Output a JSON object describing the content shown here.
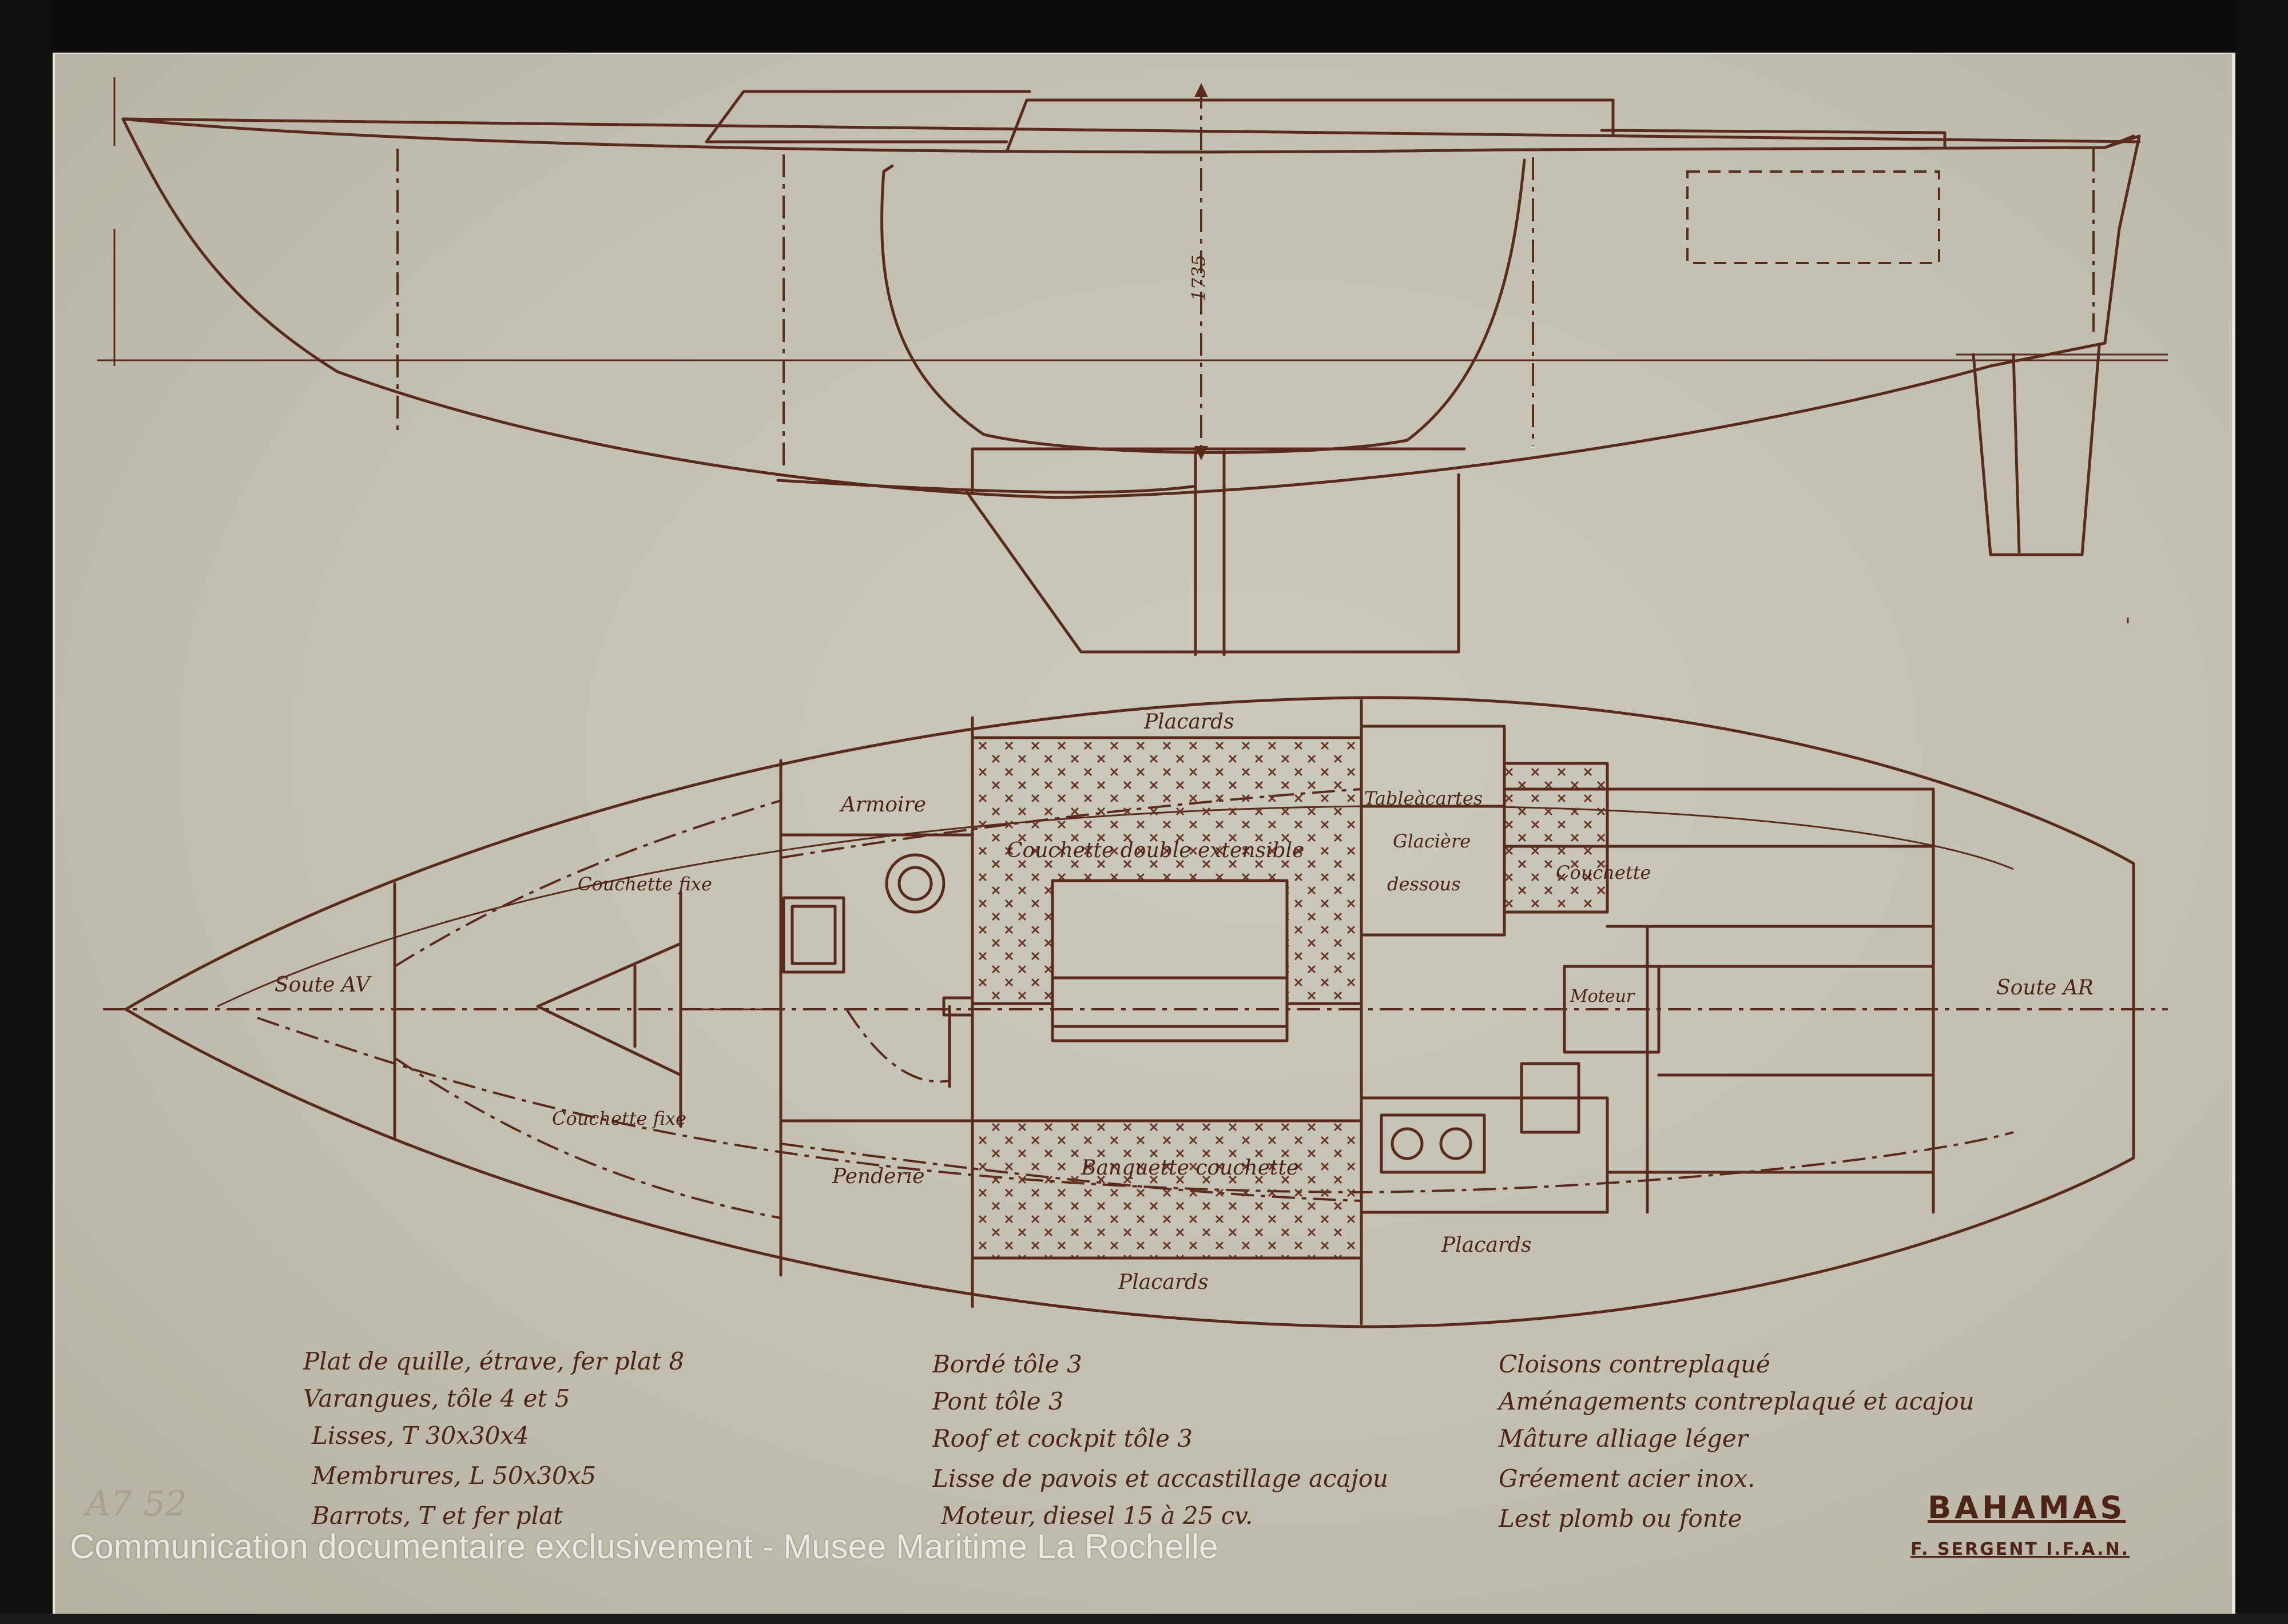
{
  "labels": {
    "placards_top": "Placards",
    "armoire": "Armoire",
    "couchette_double": "Couchette double extensible",
    "table_a_cartes": "Tableàcartes",
    "glaciere": "Glacière",
    "dessous": "dessous",
    "couchette_right": "Couchette",
    "couchette_fixe_top": "Couchette fixe",
    "soute_av": "Soute AV",
    "soute_ar": "Soute AR",
    "moteur": "Moteur",
    "couchette_fixe_bottom": "Couchette fixe",
    "penderie": "Penderie",
    "banquette": "Banquette couchette",
    "placards_right": "Placards",
    "placards_bottom": "Placards",
    "dimension": "1735"
  },
  "specs": {
    "col1": [
      "Plat de quille, étrave, fer plat 8",
      "Varangues, tôle 4 et 5",
      "Lisses, T 30x30x4",
      "Membrures, L 50x30x5",
      "Barrots, T et fer plat"
    ],
    "col2": [
      "Bordé tôle 3",
      "Pont tôle 3",
      "Roof et cockpit tôle 3",
      "Lisse de pavois et accastillage acajou",
      "Moteur, diesel 15 à 25 cv."
    ],
    "col3": [
      "Cloisons contreplaqué",
      "Aménagements contreplaqué et acajou",
      "Mâture alliage léger",
      "Gréement acier inox.",
      "Lest plomb ou fonte"
    ]
  },
  "title": "BAHAMAS",
  "designer": "F. SERGENT I.F.A.N.",
  "sheet_ref": "A7 52",
  "watermark": "Communication documentaire exclusivement - Musee Maritime La Rochelle",
  "colors": {
    "ink": "#5a2b1c",
    "paper": "#c6c3b5",
    "frame": "#0c0c0c"
  }
}
